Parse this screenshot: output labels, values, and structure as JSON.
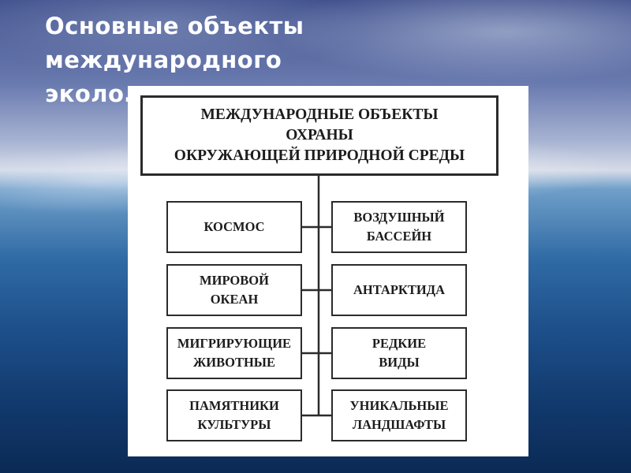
{
  "slide": {
    "title_lines": [
      "Основные объекты",
      "международного",
      "эколо………………………тва"
    ]
  },
  "diagram": {
    "root": {
      "lines": [
        "МЕЖДУНАРОДНЫЕ ОБЪЕКТЫ",
        "ОХРАНЫ",
        "ОКРУЖАЮЩЕЙ ПРИРОДНОЙ СРЕДЫ"
      ]
    },
    "left": [
      {
        "lines": [
          "КОСМОС"
        ]
      },
      {
        "lines": [
          "МИРОВОЙ",
          "ОКЕАН"
        ]
      },
      {
        "lines": [
          "МИГРИРУЮЩИЕ",
          "ЖИВОТНЫЕ"
        ]
      },
      {
        "lines": [
          "ПАМЯТНИКИ",
          "КУЛЬТУРЫ"
        ]
      }
    ],
    "right": [
      {
        "lines": [
          "ВОЗДУШНЫЙ",
          "БАССЕЙН"
        ]
      },
      {
        "lines": [
          "АНТАРКТИДА"
        ]
      },
      {
        "lines": [
          "РЕДКИЕ",
          "ВИДЫ"
        ]
      },
      {
        "lines": [
          "УНИКАЛЬНЫЕ",
          "ЛАНДШАФТЫ"
        ]
      }
    ]
  }
}
